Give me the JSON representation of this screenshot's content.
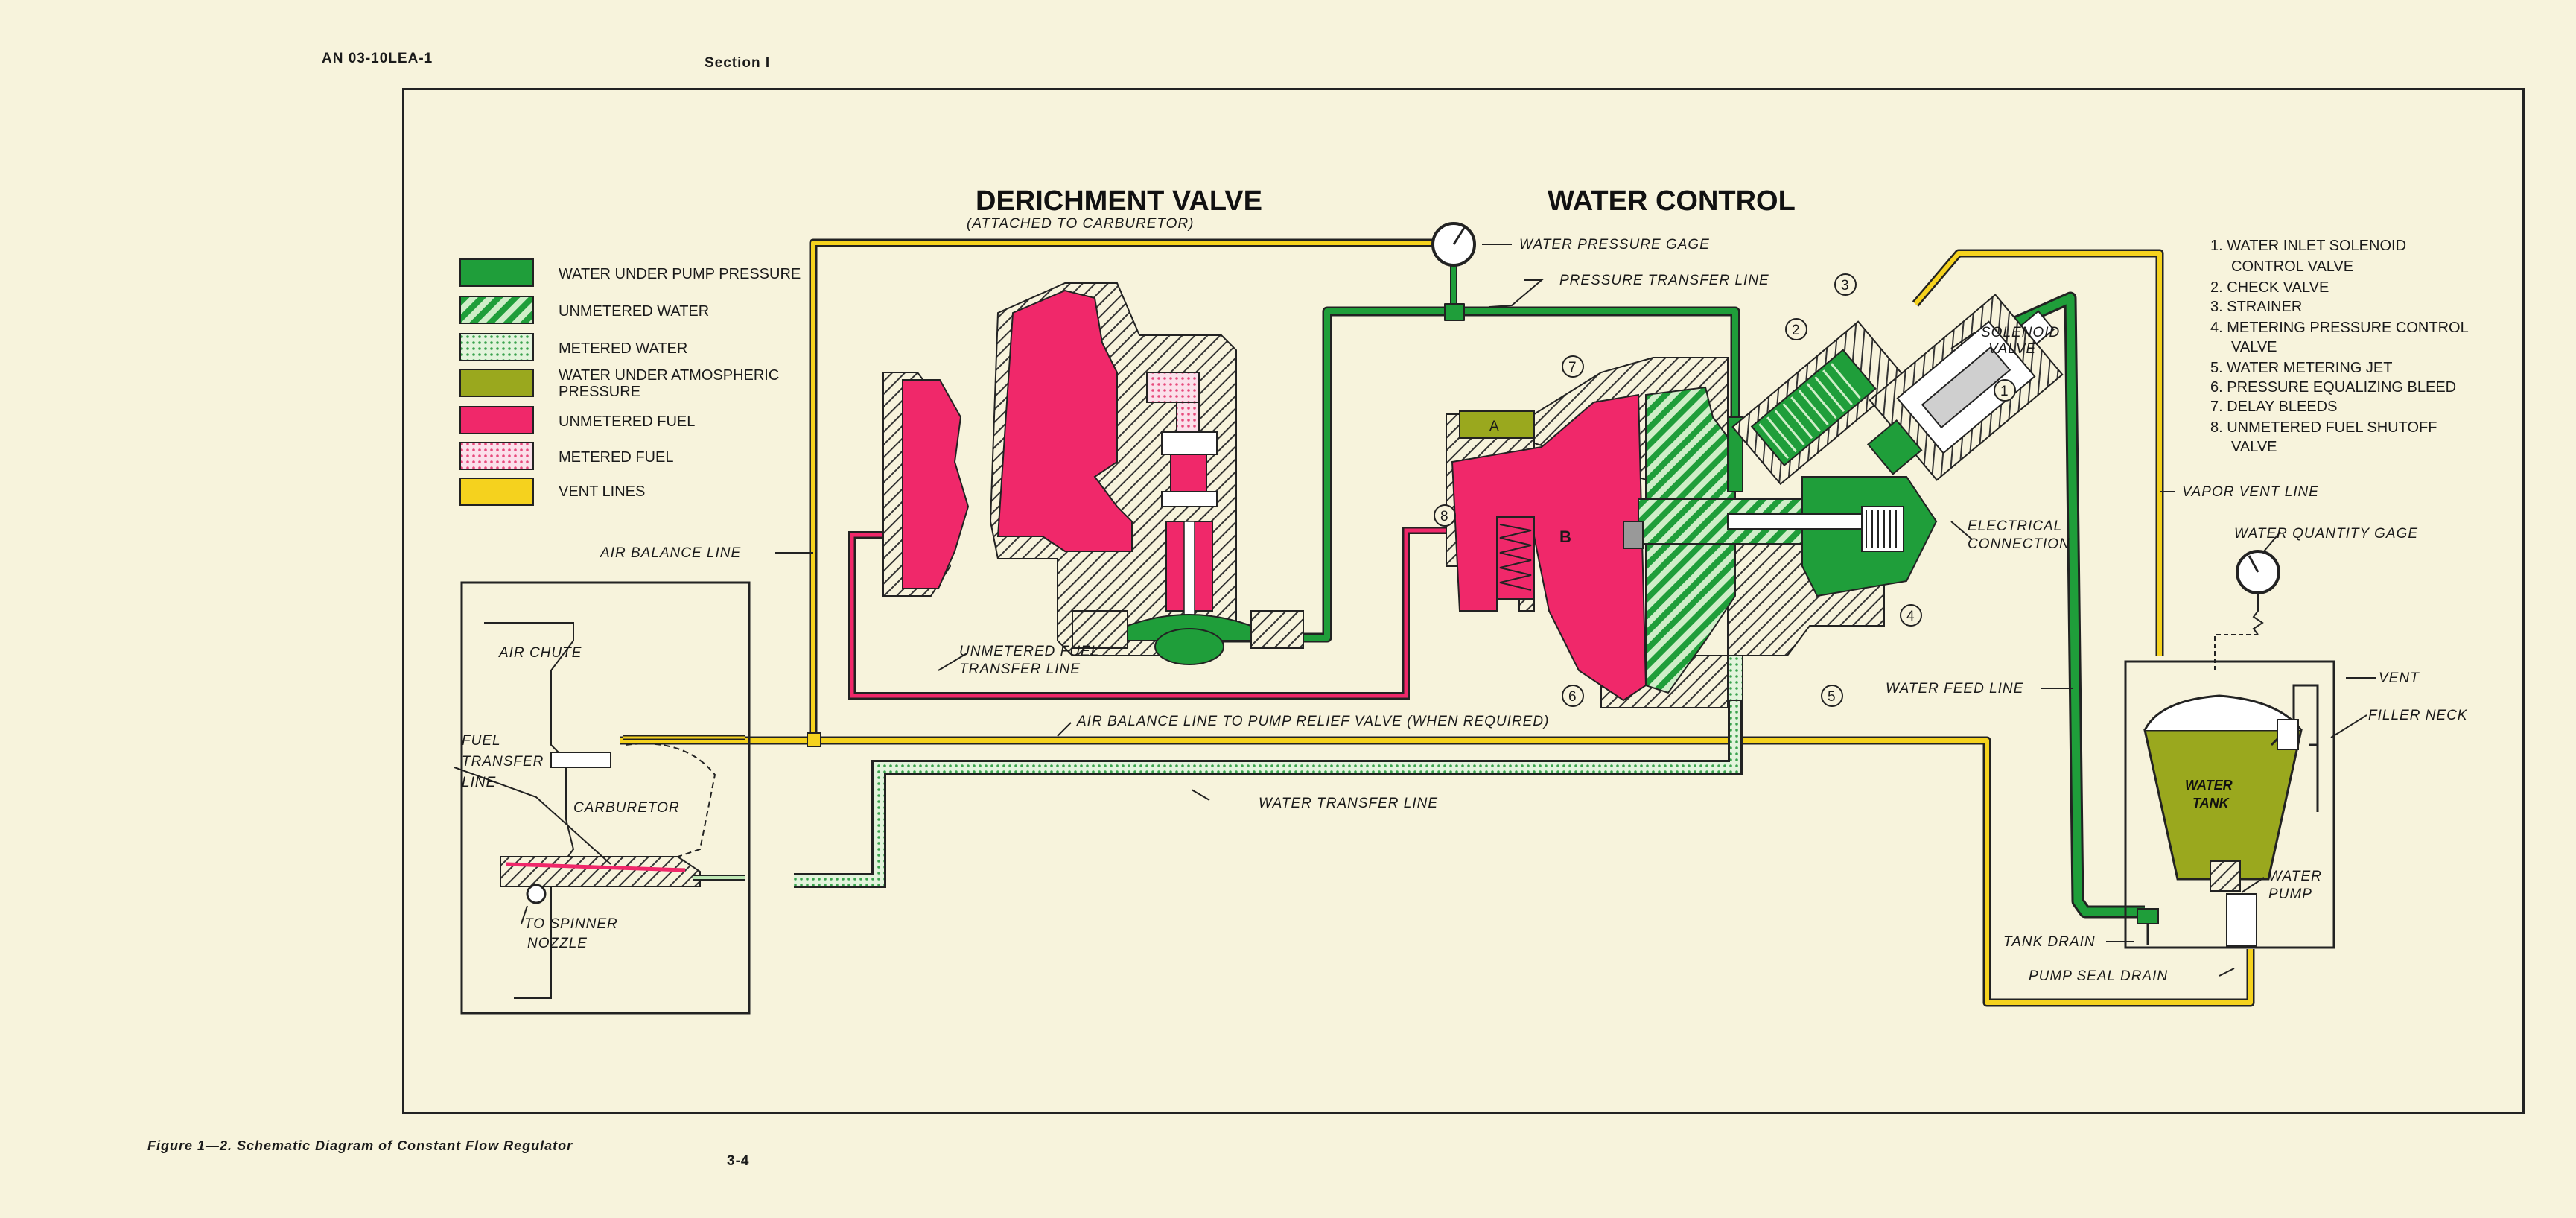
{
  "header": {
    "doc_id": "AN 03-10LEA-1",
    "section": "Section I",
    "page_number": "3-4"
  },
  "caption": "Figure 1—2. Schematic Diagram of Constant Flow Regulator",
  "titles": {
    "derichment": "DERICHMENT VALVE",
    "derichment_sub": "(ATTACHED TO CARBURETOR)",
    "water_control": "WATER CONTROL"
  },
  "legend": [
    {
      "label": "WATER UNDER PUMP PRESSURE",
      "color": "#1f9e3a",
      "pattern": "solid"
    },
    {
      "label": "UNMETERED WATER",
      "color": "#1f9e3a",
      "pattern": "hatch"
    },
    {
      "label": "METERED WATER",
      "color": "#1f9e3a",
      "pattern": "dots"
    },
    {
      "label": "WATER UNDER ATMOSPHERIC",
      "label2": "PRESSURE",
      "color": "#9aa81e",
      "pattern": "solid"
    },
    {
      "label": "UNMETERED FUEL",
      "color": "#f0286a",
      "pattern": "solid"
    },
    {
      "label": "METERED FUEL",
      "color": "#f0286a",
      "pattern": "dots"
    },
    {
      "label": "VENT LINES",
      "color": "#f5d21e",
      "pattern": "solid"
    }
  ],
  "parts_list": [
    {
      "text": "1.  WATER INLET SOLENOID",
      "cont": "CONTROL VALVE"
    },
    {
      "text": "2.  CHECK VALVE"
    },
    {
      "text": "3.  STRAINER"
    },
    {
      "text": "4.  METERING PRESSURE CONTROL",
      "cont": "VALVE"
    },
    {
      "text": "5.  WATER METERING JET"
    },
    {
      "text": "6.  PRESSURE EQUALIZING BLEED"
    },
    {
      "text": "7.  DELAY BLEEDS"
    },
    {
      "text": "8.  UNMETERED FUEL SHUTOFF",
      "cont": "VALVE"
    }
  ],
  "callouts": {
    "water_pressure_gage": "WATER PRESSURE GAGE",
    "pressure_transfer_line": "PRESSURE TRANSFER LINE",
    "solenoid_valve_1": "SOLENOID",
    "solenoid_valve_2": "VALVE",
    "vapor_vent_line": "VAPOR VENT LINE",
    "water_quantity_gage": "WATER QUANTITY GAGE",
    "electrical_1": "ELECTRICAL",
    "electrical_2": "CONNECTION",
    "air_balance_line": "AIR BALANCE LINE",
    "unmetered_fuel_1": "UNMETERED FUEL",
    "unmetered_fuel_2": "TRANSFER LINE",
    "water_feed_line": "WATER FEED LINE",
    "vent": "VENT",
    "filler_neck": "FILLER NECK",
    "air_balance_pump": "AIR BALANCE LINE TO PUMP RELIEF VALVE   (WHEN REQUIRED)",
    "water_transfer_line": "WATER TRANSFER LINE",
    "water_tank_1": "WATER",
    "water_tank_2": "TANK",
    "water_pump_1": "WATER",
    "water_pump_2": "PUMP",
    "tank_drain": "TANK DRAIN",
    "pump_seal_drain": "PUMP SEAL DRAIN",
    "air_chute": "AIR CHUTE",
    "fuel_transfer_1": "FUEL",
    "fuel_transfer_2": "TRANSFER",
    "fuel_transfer_3": "LINE",
    "carburetor": "CARBURETOR",
    "spinner_1": "TO SPINNER",
    "spinner_2": "NOZZLE",
    "chamber_a": "A",
    "chamber_b": "B"
  },
  "markers": [
    "1",
    "2",
    "3",
    "4",
    "5",
    "6",
    "7",
    "8"
  ],
  "colors": {
    "water_pump": "#1f9e3a",
    "water_atmos": "#9aa81e",
    "fuel": "#f0286a",
    "vent": "#f5d21e",
    "metered_water": "#bde6b4"
  }
}
